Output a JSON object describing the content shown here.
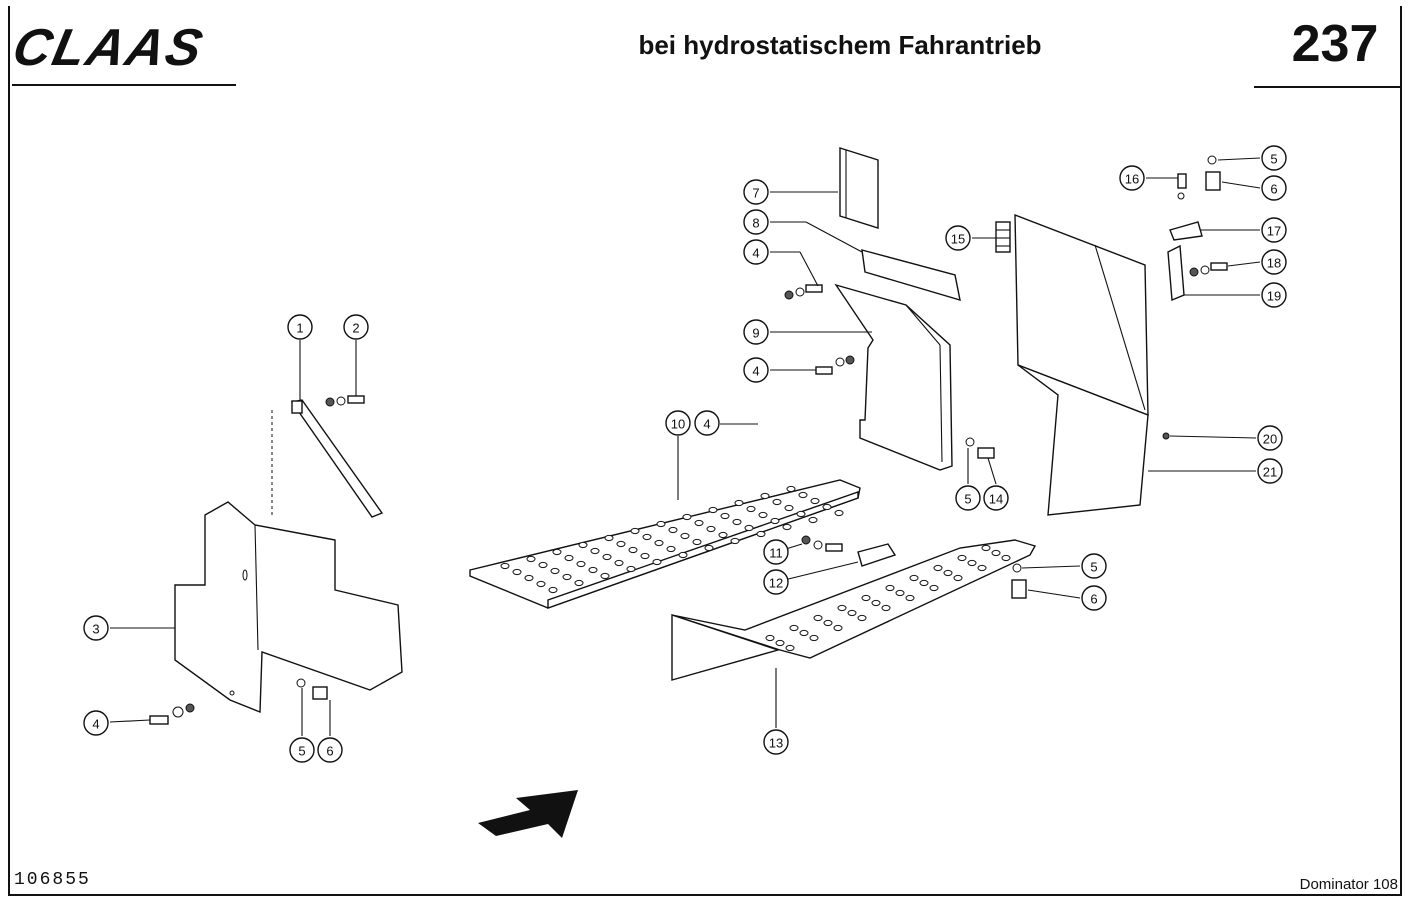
{
  "header": {
    "logo": "CLAAS",
    "title": "bei hydrostatischem Fahrantrieb",
    "page_number": "237"
  },
  "footer": {
    "drawing_number": "106855",
    "model": "Dominator 108"
  },
  "callouts": [
    {
      "id": "c1",
      "label": "1"
    },
    {
      "id": "c2",
      "label": "2"
    },
    {
      "id": "c3",
      "label": "3"
    },
    {
      "id": "c4a",
      "label": "4"
    },
    {
      "id": "c5a",
      "label": "5"
    },
    {
      "id": "c6a",
      "label": "6"
    },
    {
      "id": "c10",
      "label": "10"
    },
    {
      "id": "c4b",
      "label": "4"
    },
    {
      "id": "c11",
      "label": "11"
    },
    {
      "id": "c12",
      "label": "12"
    },
    {
      "id": "c13",
      "label": "13"
    },
    {
      "id": "c7",
      "label": "7"
    },
    {
      "id": "c8",
      "label": "8"
    },
    {
      "id": "c4c",
      "label": "4"
    },
    {
      "id": "c9",
      "label": "9"
    },
    {
      "id": "c4d",
      "label": "4"
    },
    {
      "id": "c5b",
      "label": "5"
    },
    {
      "id": "c14",
      "label": "14"
    },
    {
      "id": "c15",
      "label": "15"
    },
    {
      "id": "c16",
      "label": "16"
    },
    {
      "id": "c5c",
      "label": "5"
    },
    {
      "id": "c6b",
      "label": "6"
    },
    {
      "id": "c17",
      "label": "17"
    },
    {
      "id": "c18",
      "label": "18"
    },
    {
      "id": "c19",
      "label": "19"
    },
    {
      "id": "c20",
      "label": "20"
    },
    {
      "id": "c21",
      "label": "21"
    },
    {
      "id": "c5d",
      "label": "5"
    },
    {
      "id": "c6c",
      "label": "6"
    }
  ]
}
